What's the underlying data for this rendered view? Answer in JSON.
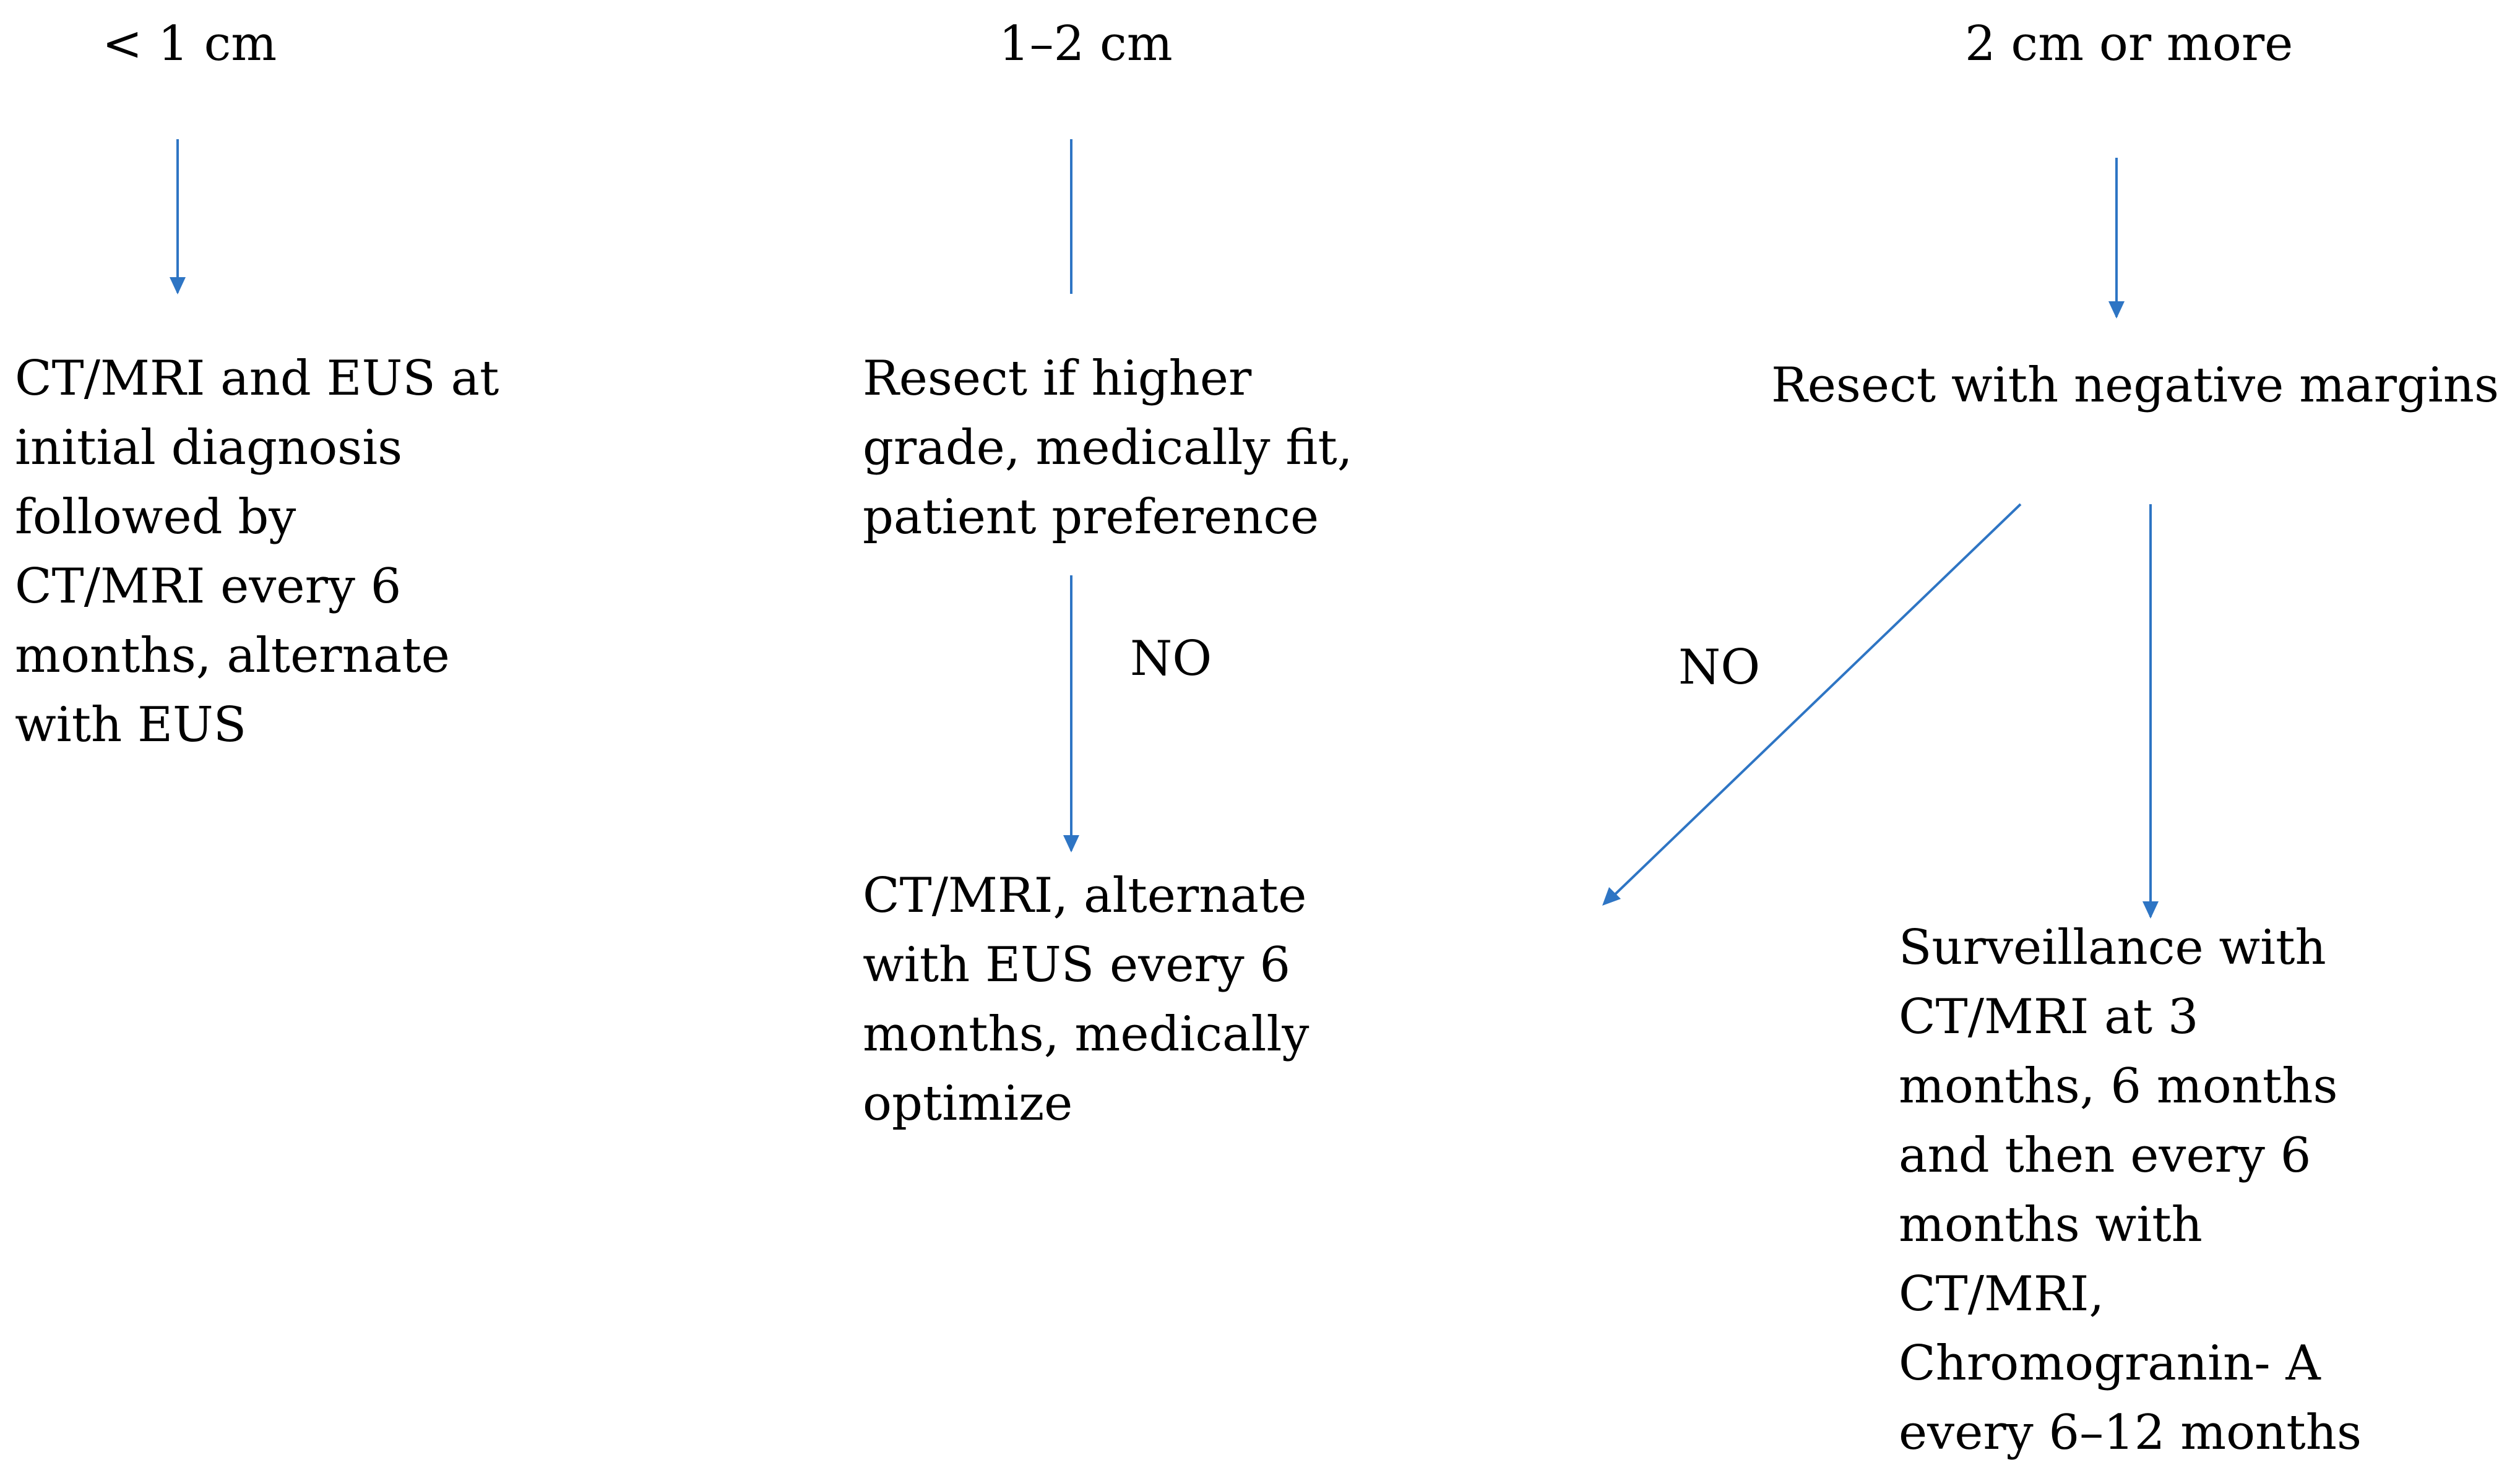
{
  "diagram": {
    "accent_color": "#2E75C4",
    "headers": {
      "small": "< 1 cm",
      "medium": "1–2 cm",
      "large": "2 cm or more"
    },
    "small_branch": {
      "lines": [
        "CT/MRI and EUS at",
        "initial diagnosis",
        "followed by",
        "CT/MRI every 6",
        "months, alternate",
        "with EUS"
      ]
    },
    "medium_branch": {
      "resect_lines": [
        "Resect if higher",
        "grade, medically fit,",
        "patient preference"
      ],
      "no_label": "NO",
      "followup_lines": [
        "CT/MRI, alternate",
        "with EUS every 6",
        "months, medically",
        "optimize"
      ]
    },
    "large_branch": {
      "resect_text": "Resect with negative margins",
      "no_label": "NO",
      "surveillance_lines": [
        "Surveillance with",
        "CT/MRI at 3",
        "months, 6 months",
        "and then every 6",
        "months with",
        "CT/MRI,",
        "Chromogranin- A",
        "every 6–12 months"
      ]
    }
  }
}
